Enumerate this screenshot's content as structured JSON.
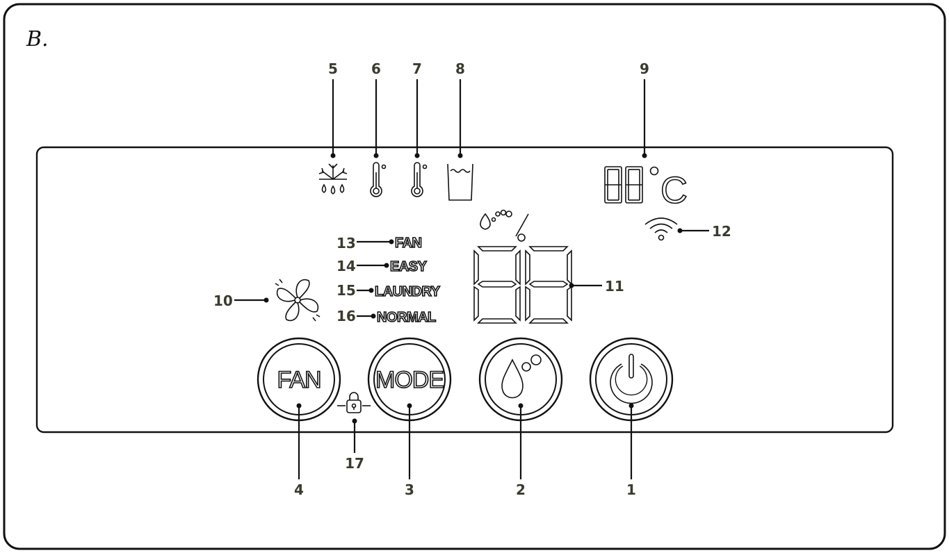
{
  "figure_label": "B.",
  "unit_celsius": "C",
  "percent_symbol": "%",
  "callouts": {
    "c1": "1",
    "c2": "2",
    "c3": "3",
    "c4": "4",
    "c5": "5",
    "c6": "6",
    "c7": "7",
    "c8": "8",
    "c9": "9",
    "c10": "10",
    "c11": "11",
    "c12": "12",
    "c13": "13",
    "c14": "14",
    "c15": "15",
    "c16": "16",
    "c17": "17"
  },
  "mode_labels": {
    "fan": "FAN",
    "easy": "EASY",
    "laundry": "LAUNDRY",
    "normal": "NORMAL"
  },
  "buttons": {
    "fan": "FAN",
    "mode": "MODE"
  },
  "icons": {
    "defrost": "snowflake-drops-icon",
    "temp_1": "thermometer-icon",
    "temp_2": "thermometer-icon",
    "tank": "water-tank-icon",
    "wifi": "wifi-icon",
    "humidity": "droplet-percent-icon",
    "fan_speed": "fan-icon",
    "lock": "lock-icon",
    "humidity_button": "droplet-button-icon",
    "power_button": "power-icon"
  }
}
